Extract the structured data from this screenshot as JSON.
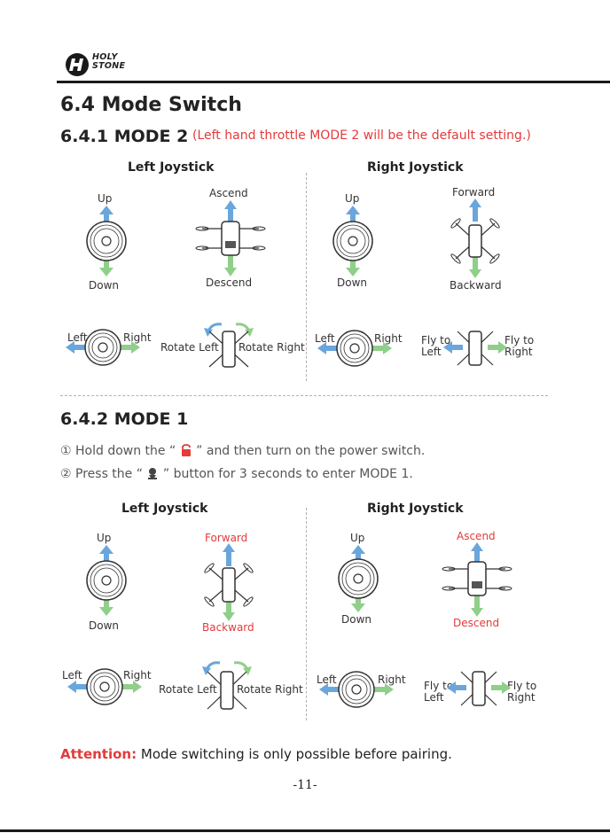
{
  "header": {
    "brand_line1": "HOLY",
    "brand_line2": "STONE"
  },
  "section_title": "6.4 Mode Switch",
  "mode2": {
    "title": "6.4.1 MODE 2",
    "note": "(Left hand throttle MODE 2 will be the default setting.)",
    "left_joystick": {
      "heading": "Left Joystick",
      "up": "Up",
      "down": "Down",
      "ascend": "Ascend",
      "descend": "Descend",
      "left": "Left",
      "right": "Right",
      "rotate_left": "Rotate Left",
      "rotate_right": "Rotate Right"
    },
    "right_joystick": {
      "heading": "Right Joystick",
      "up": "Up",
      "down": "Down",
      "forward": "Forward",
      "backward": "Backward",
      "left": "Left",
      "right": "Right",
      "fly_left_1": "Fly to",
      "fly_left_2": "Left",
      "fly_right_1": "Fly to",
      "fly_right_2": "Right"
    }
  },
  "mode1": {
    "title": "6.4.2 MODE 1",
    "step1_num": "①",
    "step1_pre": "Hold down the “",
    "step1_post": "” and then turn on the power switch.",
    "step2_num": "②",
    "step2_pre": "Press the “",
    "step2_post": "” button for 3 seconds to enter MODE 1.",
    "left_joystick": {
      "heading": "Left Joystick",
      "up": "Up",
      "down": "Down",
      "forward": "Forward",
      "backward": "Backward",
      "left": "Left",
      "right": "Right",
      "rotate_left": "Rotate Left",
      "rotate_right": "Rotate Right"
    },
    "right_joystick": {
      "heading": "Right Joystick",
      "up": "Up",
      "down": "Down",
      "ascend": "Ascend",
      "descend": "Descend",
      "left": "Left",
      "right": "Right",
      "fly_left_1": "Fly to",
      "fly_left_2": "Left",
      "fly_right_1": "Fly to",
      "fly_right_2": "Right"
    }
  },
  "attention": {
    "label": "Attention:",
    "text": "Mode switching is only possible before pairing."
  },
  "page_number": "-11-",
  "colors": {
    "accent_red": "#e43a3a",
    "arrow_blue": "#6aa6dc",
    "arrow_green": "#8fcf8a"
  }
}
